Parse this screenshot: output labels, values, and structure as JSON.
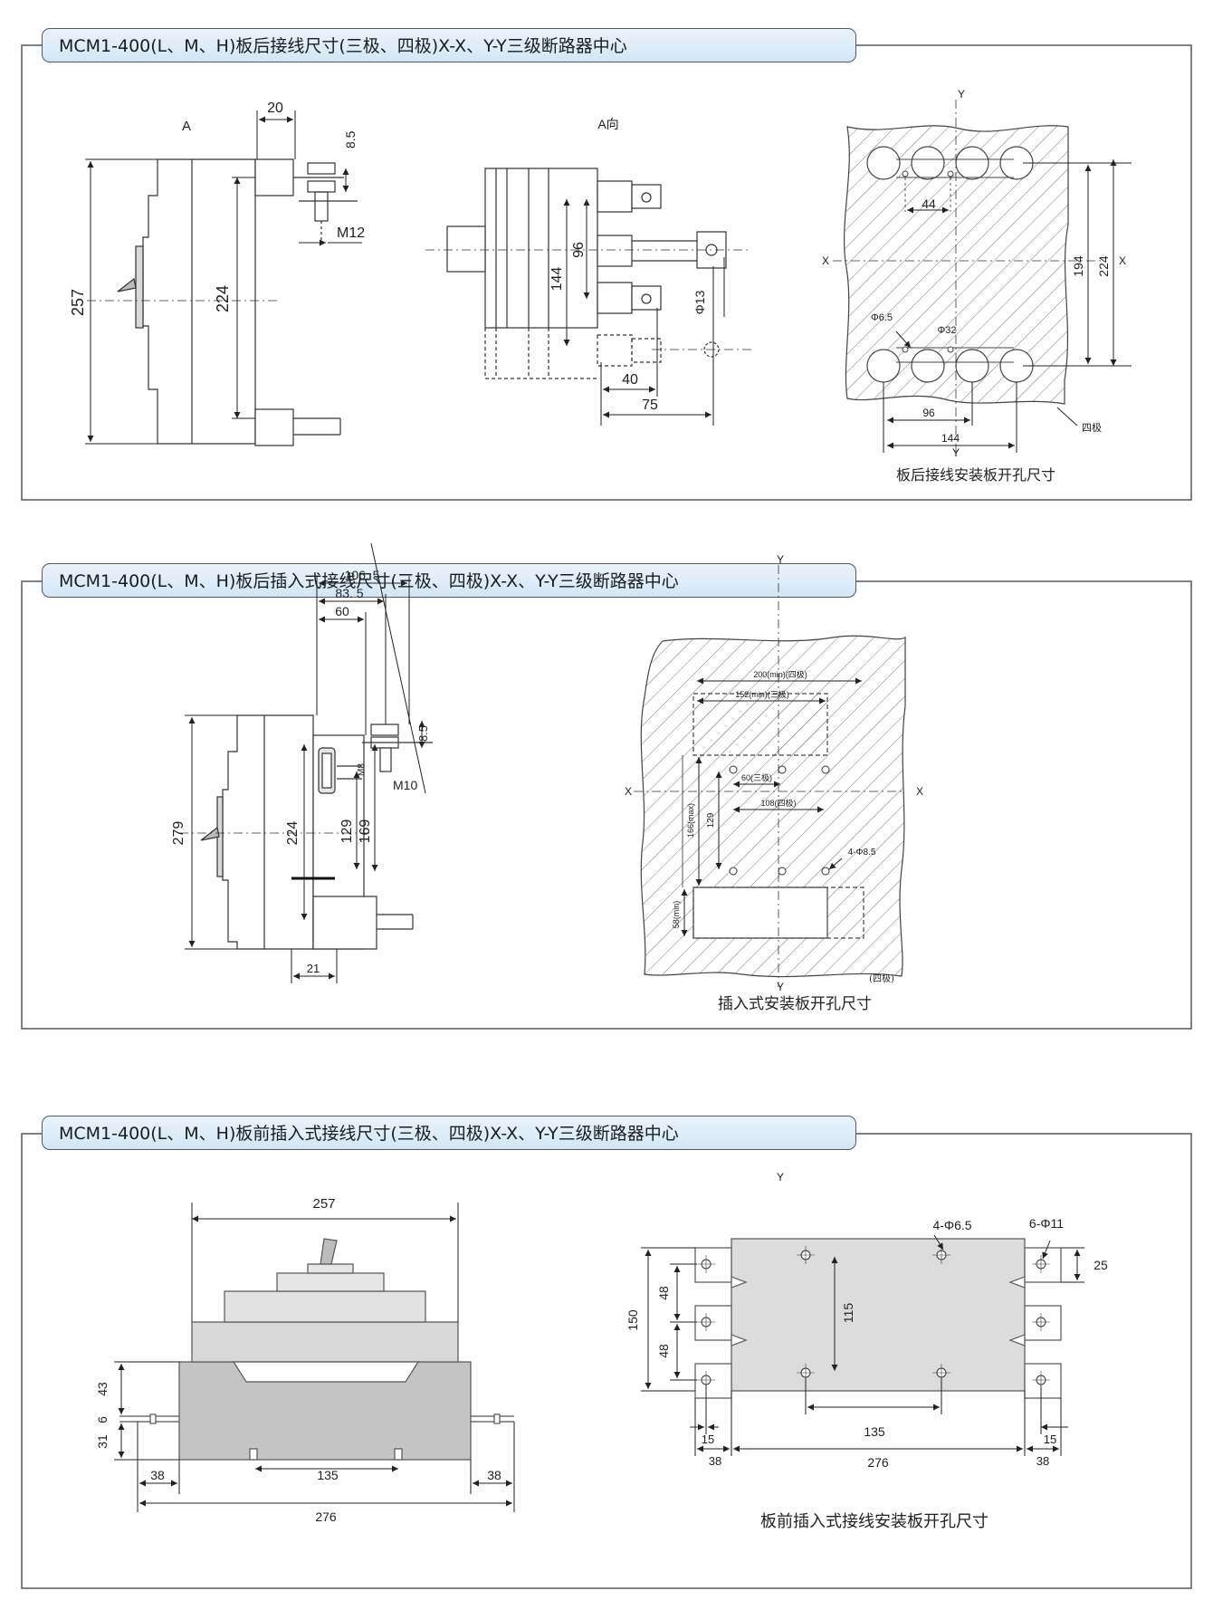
{
  "panels": [
    {
      "title": "MCM1-400(L、M、H)板后接线尺寸(三极、四极)X-X、Y-Y三级断路器中心",
      "labels": {
        "view_a": "A",
        "view_a_dir": "A向",
        "d20": "20",
        "d8_5": "8.5",
        "m12": "M12",
        "d257": "257",
        "d224": "224",
        "d96": "96",
        "d144": "144",
        "phi13": "Φ13",
        "d40": "40",
        "d75": "75",
        "axis_y_top": "Y",
        "axis_x_left": "X",
        "axis_x_right": "X",
        "axis_y_bottom": "Y",
        "d44": "44",
        "phi6_5": "Φ6.5",
        "phi32": "Φ32",
        "d194": "194",
        "d224b": "224",
        "d96b": "96",
        "d144b": "144",
        "four_pole": "四极",
        "caption": "板后接线安装板开孔尺寸"
      }
    },
    {
      "title": "MCM1-400(L、M、H)板后插入式接线尺寸(三极、四极)X-X、Y-Y三级断路器中心",
      "labels": {
        "d106_5": "106. 5",
        "d83_5": "83. 5",
        "d60": "60",
        "d8_5": "8.5",
        "m8": "M8",
        "m10": "M10",
        "d279": "279",
        "d224": "224",
        "d129": "129",
        "d169": "169",
        "d21": "21",
        "axis_y_top": "Y",
        "axis_x_left": "X",
        "axis_x_right": "X",
        "axis_y_bottom": "Y",
        "d200": "200(min)(四极)",
        "d152": "152(min)(三极)",
        "d60_3": "60(三极)",
        "d108": "108(四极)",
        "d129b": "129",
        "d166": "166(max)",
        "phi8_5": "4-Φ8.5",
        "d58": "58(min)",
        "four_pole": "(四极)",
        "caption": "插入式安装板开孔尺寸"
      }
    },
    {
      "title": "MCM1-400(L、M、H)板前插入式接线尺寸(三极、四极)X-X、Y-Y三级断路器中心",
      "labels": {
        "d257": "257",
        "d43": "43",
        "d6": "6",
        "d31": "31",
        "d38l": "38",
        "d135": "135",
        "d38r": "38",
        "d276": "276",
        "axis_y": "Y",
        "phi6_5": "4-Φ6.5",
        "phi11": "6-Φ11",
        "d25": "25",
        "d150": "150",
        "d48a": "48",
        "d48b": "48",
        "d115": "115",
        "d135b": "135",
        "d15l": "15",
        "d38bl": "38",
        "d276b": "276",
        "d15r": "15",
        "d38br": "38",
        "caption": "板前插入式接线安装板开孔尺寸"
      }
    }
  ]
}
